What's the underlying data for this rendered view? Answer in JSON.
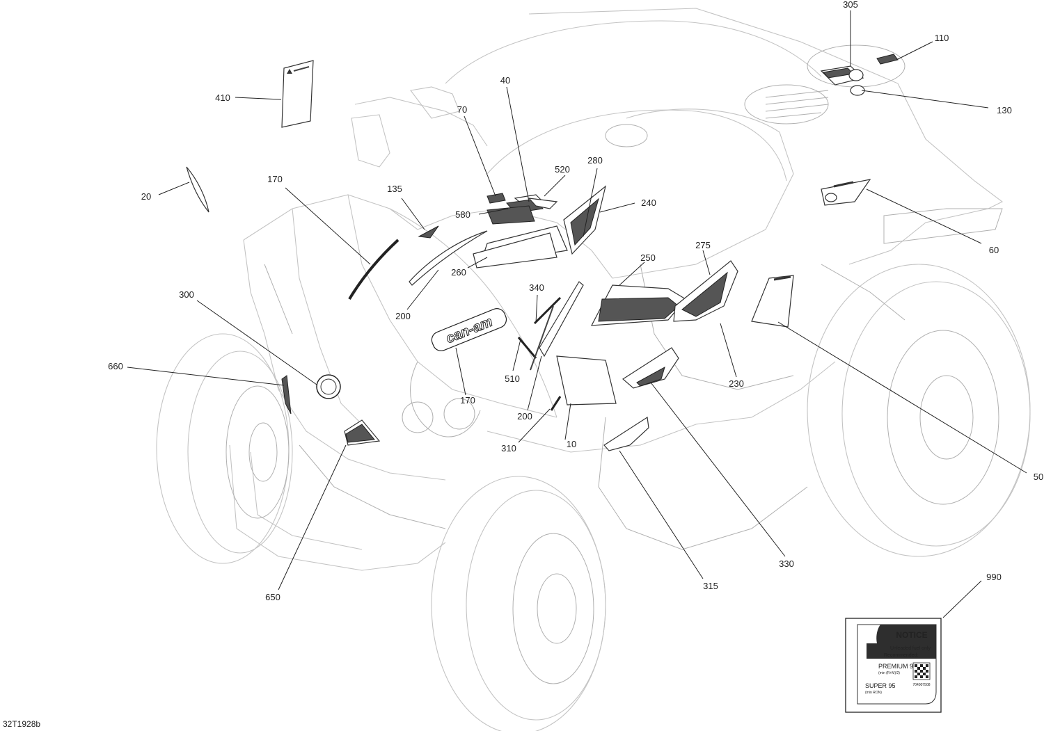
{
  "figure_ref": "32T1928b",
  "callouts": [
    {
      "id": "305",
      "label": "305"
    },
    {
      "id": "110",
      "label": "110"
    },
    {
      "id": "130",
      "label": "130"
    },
    {
      "id": "410",
      "label": "410"
    },
    {
      "id": "40",
      "label": "40"
    },
    {
      "id": "70",
      "label": "70"
    },
    {
      "id": "520",
      "label": "520"
    },
    {
      "id": "280",
      "label": "280"
    },
    {
      "id": "20",
      "label": "20"
    },
    {
      "id": "170a",
      "label": "170"
    },
    {
      "id": "135",
      "label": "135"
    },
    {
      "id": "580",
      "label": "580"
    },
    {
      "id": "240",
      "label": "240"
    },
    {
      "id": "60",
      "label": "60"
    },
    {
      "id": "275",
      "label": "275"
    },
    {
      "id": "250",
      "label": "250"
    },
    {
      "id": "260",
      "label": "260"
    },
    {
      "id": "340",
      "label": "340"
    },
    {
      "id": "200a",
      "label": "200"
    },
    {
      "id": "300",
      "label": "300"
    },
    {
      "id": "660",
      "label": "660"
    },
    {
      "id": "510",
      "label": "510"
    },
    {
      "id": "170b",
      "label": "170"
    },
    {
      "id": "230",
      "label": "230"
    },
    {
      "id": "200b",
      "label": "200"
    },
    {
      "id": "310",
      "label": "310"
    },
    {
      "id": "10",
      "label": "10"
    },
    {
      "id": "50",
      "label": "50"
    },
    {
      "id": "330",
      "label": "330"
    },
    {
      "id": "315",
      "label": "315"
    },
    {
      "id": "650",
      "label": "650"
    },
    {
      "id": "990",
      "label": "990"
    }
  ],
  "brand_decal": "can-am",
  "notice_label": {
    "title": "NOTICE",
    "line1": "Unleaded fuel only",
    "line2": "Recommended:",
    "grade1": "PREMIUM 91",
    "grade1_sub": "(min (R+M)/2)",
    "grade2": "SUPER 95",
    "grade2_sub": "(min RON)",
    "part_no": "704907508"
  }
}
